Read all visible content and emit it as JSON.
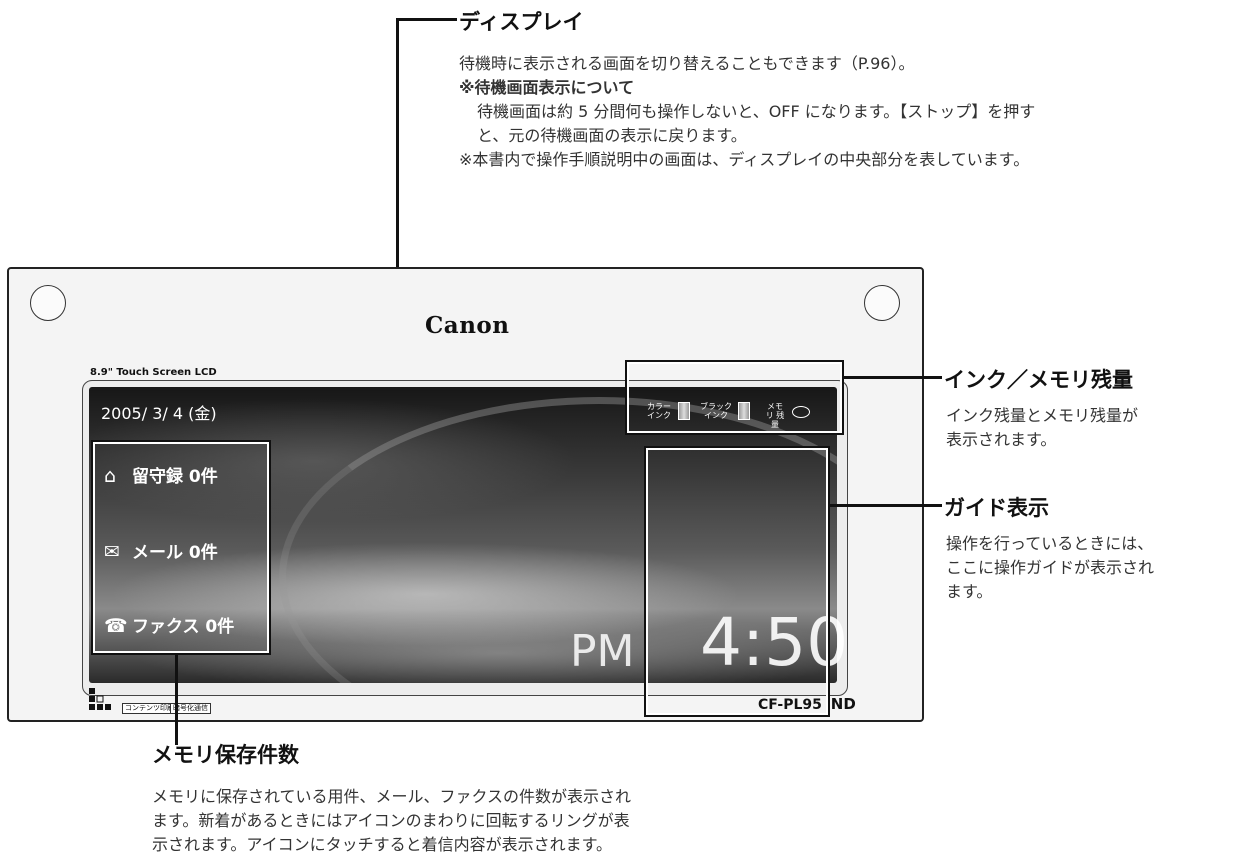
{
  "display_section": {
    "heading": "ディスプレイ",
    "line1": "待機時に表示される画面を切り替えることもできます（P.96）。",
    "subheading": "※待機画面表示について",
    "line2": "待機画面は約 5 分間何も操作しないと、OFF になります。【ストップ】を押す",
    "line3": "と、元の待機画面の表示に戻ります。",
    "line4": "※本書内で操作手順説明中の画面は、ディスプレイの中央部分を表しています。"
  },
  "ink_section": {
    "heading": "インク／メモリ残量",
    "line1": "インク残量とメモリ残量が",
    "line2": "表示されます。"
  },
  "guide_section": {
    "heading": "ガイド表示",
    "line1": "操作を行っているときには、",
    "line2": "ここに操作ガイドが表示され",
    "line3": "ます。"
  },
  "memory_section": {
    "heading": "メモリ保存件数",
    "line1": "メモリに保存されている用件、メール、ファクスの件数が表示され",
    "line2": "ます。新着があるときにはアイコンのまわりに回転するリングが表",
    "line3": "示されます。アイコンにタッチすると着信内容が表示されます。"
  },
  "device": {
    "brand": "Canon",
    "lcd_label": "8.9\" Touch Screen LCD",
    "model": "CF-PL95",
    "model_mark": "ND",
    "badge1": "コンテンツ印刷",
    "badge2": "暗号化通信"
  },
  "screen": {
    "date": "2005/ 3/ 4 (金)",
    "ampm": "PM",
    "time": "4:50",
    "items": [
      {
        "icon": "home-answering-icon",
        "label": "留守録 0件"
      },
      {
        "icon": "mail-icon",
        "label": "メール 0件"
      },
      {
        "icon": "fax-icon",
        "label": "ファクス 0件"
      }
    ],
    "status": {
      "color_ink": "カラー インク",
      "black_ink": "ブラック インク",
      "memory": "メモリ 残量"
    }
  }
}
